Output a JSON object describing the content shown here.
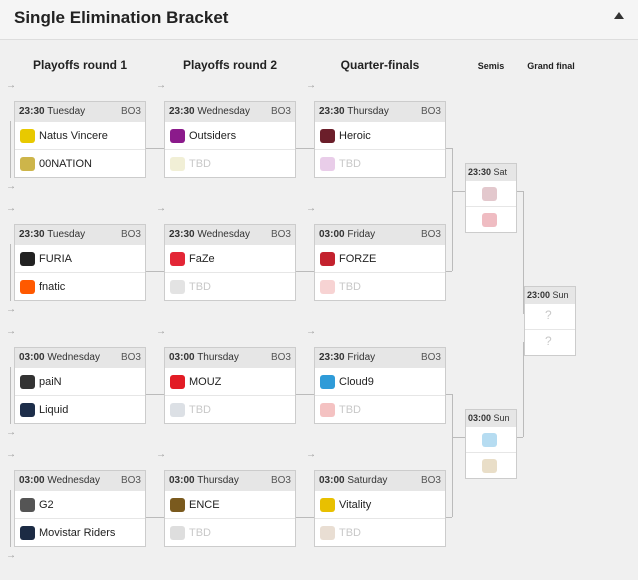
{
  "header": {
    "title": "Single Elimination Bracket",
    "collapse_icon": "caret-up-icon"
  },
  "columns": [
    "Playoffs round 1",
    "Playoffs round 2",
    "Quarter-finals",
    "Semis",
    "Grand final"
  ],
  "round1": [
    {
      "time": "23:30",
      "day": "Tuesday",
      "bo": "BO3",
      "t1": "Natus Vincere",
      "t2": "00NATION",
      "c1": "#e8c900",
      "c2": "#cdb54a"
    },
    {
      "time": "23:30",
      "day": "Tuesday",
      "bo": "BO3",
      "t1": "FURIA",
      "t2": "fnatic",
      "c1": "#222222",
      "c2": "#ff5900"
    },
    {
      "time": "03:00",
      "day": "Wednesday",
      "bo": "BO3",
      "t1": "paiN",
      "t2": "Liquid",
      "c1": "#333333",
      "c2": "#1d2e4a"
    },
    {
      "time": "03:00",
      "day": "Wednesday",
      "bo": "BO3",
      "t1": "G2",
      "t2": "Movistar Riders",
      "c1": "#555555",
      "c2": "#1c2b44"
    }
  ],
  "round2": [
    {
      "time": "23:30",
      "day": "Wednesday",
      "bo": "BO3",
      "t1": "Outsiders",
      "t2": "TBD",
      "c1": "#8b1a8b",
      "c2": "#d8d08a"
    },
    {
      "time": "23:30",
      "day": "Wednesday",
      "bo": "BO3",
      "t1": "FaZe",
      "t2": "TBD",
      "c1": "#e32636",
      "c2": "#b0b0b0"
    },
    {
      "time": "03:00",
      "day": "Thursday",
      "bo": "BO3",
      "t1": "MOUZ",
      "t2": "TBD",
      "c1": "#e21c25",
      "c2": "#9aa5b5"
    },
    {
      "time": "03:00",
      "day": "Thursday",
      "bo": "BO3",
      "t1": "ENCE",
      "t2": "TBD",
      "c1": "#7a5a1e",
      "c2": "#a0a0a0"
    }
  ],
  "quarters": [
    {
      "time": "23:30",
      "day": "Thursday",
      "bo": "BO3",
      "t1": "Heroic",
      "t2": "TBD",
      "c1": "#6b1e2a",
      "c2": "#c070c0"
    },
    {
      "time": "03:00",
      "day": "Friday",
      "bo": "BO3",
      "t1": "FORZE",
      "t2": "TBD",
      "c1": "#c3222e",
      "c2": "#e88080"
    },
    {
      "time": "23:30",
      "day": "Friday",
      "bo": "BO3",
      "t1": "Cloud9",
      "t2": "TBD",
      "c1": "#2f9bd8",
      "c2": "#e05050"
    },
    {
      "time": "03:00",
      "day": "Saturday",
      "bo": "BO3",
      "t1": "Vitality",
      "t2": "TBD",
      "c1": "#e8c000",
      "c2": "#c0a080"
    }
  ],
  "semis": [
    {
      "time": "23:30",
      "day": "Sat",
      "c1": "#b06070",
      "c2": "#d04050"
    },
    {
      "time": "03:00",
      "day": "Sun",
      "c1": "#2f9bd8",
      "c2": "#c0a060"
    }
  ],
  "final": {
    "time": "23:00",
    "day": "Sun",
    "placeholder": "?"
  }
}
